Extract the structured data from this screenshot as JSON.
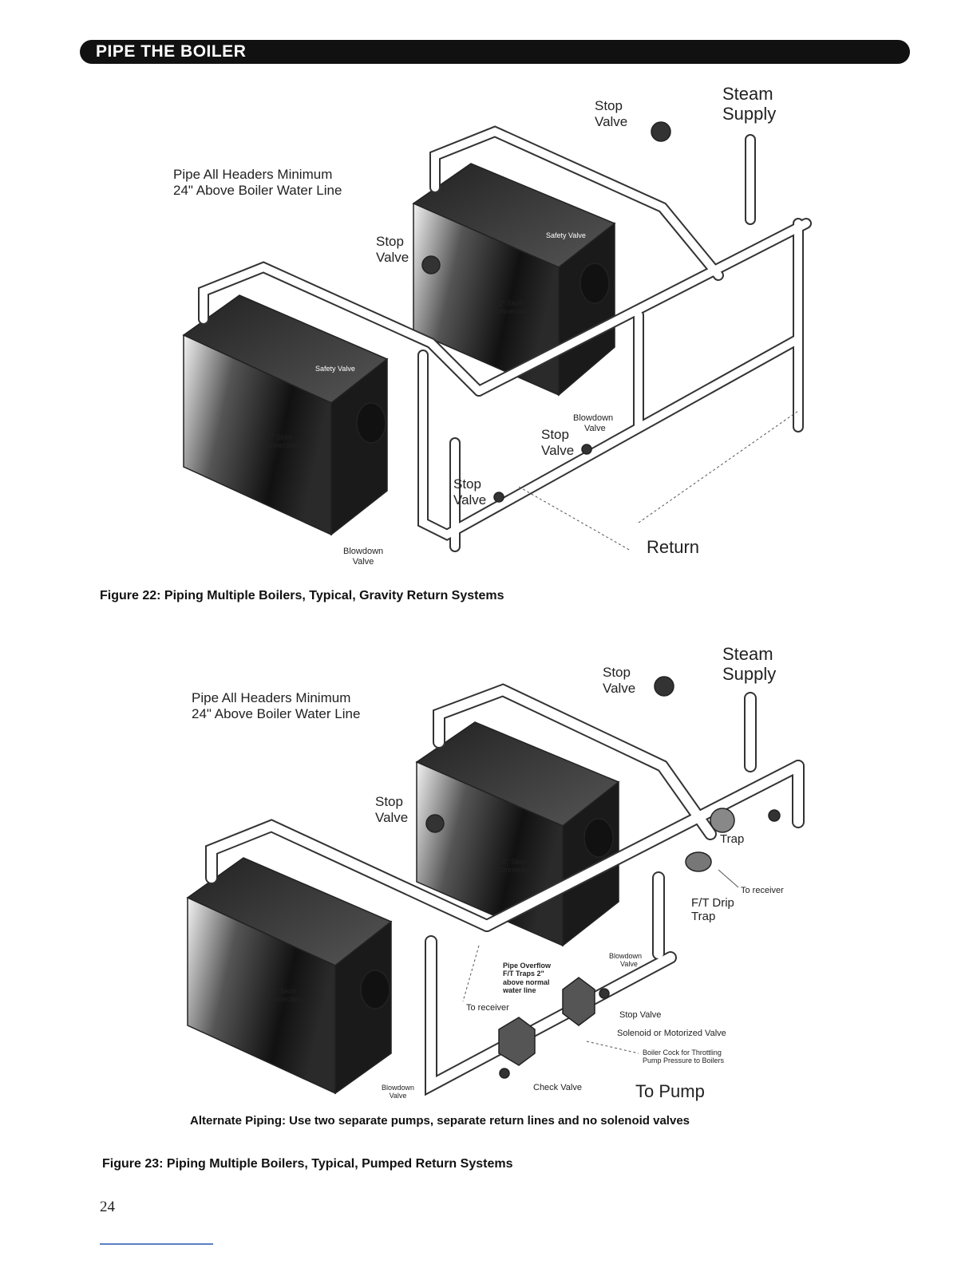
{
  "header": {
    "title": "PIPE THE BOILER"
  },
  "figure22": {
    "labels": {
      "stop_valve_top": [
        "Stop",
        "Valve"
      ],
      "steam_supply": [
        "Steam",
        "Supply"
      ],
      "pipe_headers": [
        "Pipe All Headers Minimum",
        "24\" Above Boiler Water Line"
      ],
      "stop_valve_mid": [
        "Stop",
        "Valve"
      ],
      "safety_valve_back": "Safety Valve",
      "skim_back": [
        "2\" Skim",
        "Connection"
      ],
      "safety_valve_front": "Safety Valve",
      "skim_front": [
        "2\" Skim",
        "Connection"
      ],
      "blowdown_back": [
        "Blowdown",
        "Valve"
      ],
      "stop_valve_low": [
        "Stop",
        "Valve"
      ],
      "stop_valve_front": [
        "Stop",
        "Valve"
      ],
      "blowdown_front": [
        "Blowdown",
        "Valve"
      ],
      "return": "Return"
    },
    "caption": "Figure 22: Piping Multiple Boilers, Typical, Gravity Return Systems"
  },
  "figure23": {
    "labels": {
      "stop_valve_top": [
        "Stop",
        "Valve"
      ],
      "steam_supply": [
        "Steam",
        "Supply"
      ],
      "pipe_headers": [
        "Pipe All Headers Minimum",
        "24\" Above Boiler Water Line"
      ],
      "stop_valve_mid": [
        "Stop",
        "Valve"
      ],
      "skim_back": [
        "2\" Skim",
        "Connection"
      ],
      "skim_front": [
        "2\" Skim",
        "Connection"
      ],
      "trap": "Trap",
      "to_receiver_right": "To receiver",
      "ft_drip_trap": [
        "F/T Drip",
        "Trap"
      ],
      "pipe_overflow": [
        "Pipe Overflow",
        "F/T Traps 2\"",
        "above normal",
        "water line"
      ],
      "to_receiver_left": "To receiver",
      "blowdown_back": [
        "Blowdown",
        "Valve"
      ],
      "stop_valve_right": "Stop Valve",
      "solenoid": "Solenoid or Motorized Valve",
      "boiler_cock": [
        "Boiler Cock for Throttling",
        "Pump Pressure to Boilers"
      ],
      "blowdown_front": [
        "Blowdown",
        "Valve"
      ],
      "check_valve": "Check Valve",
      "to_pump": "To Pump"
    },
    "alternate_note": "Alternate Piping:  Use two separate pumps, separate return lines and no solenoid valves",
    "caption": "Figure 23: Piping Multiple Boilers, Typical, Pumped Return Systems"
  },
  "page_number": "24"
}
